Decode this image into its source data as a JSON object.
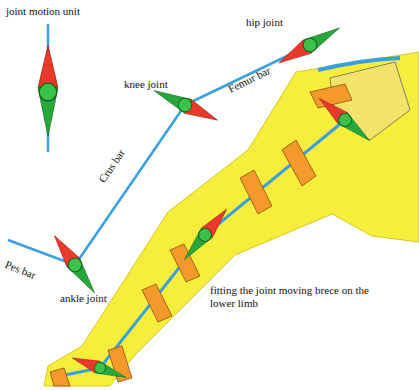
{
  "diagram": {
    "labels": [
      "joint motion unit",
      "hip joint",
      "knee joint",
      "Femur bar",
      "Crus bar",
      "Pes bar",
      "ankle joint",
      "fitting the joint moving brece on the lower limb"
    ]
  }
}
